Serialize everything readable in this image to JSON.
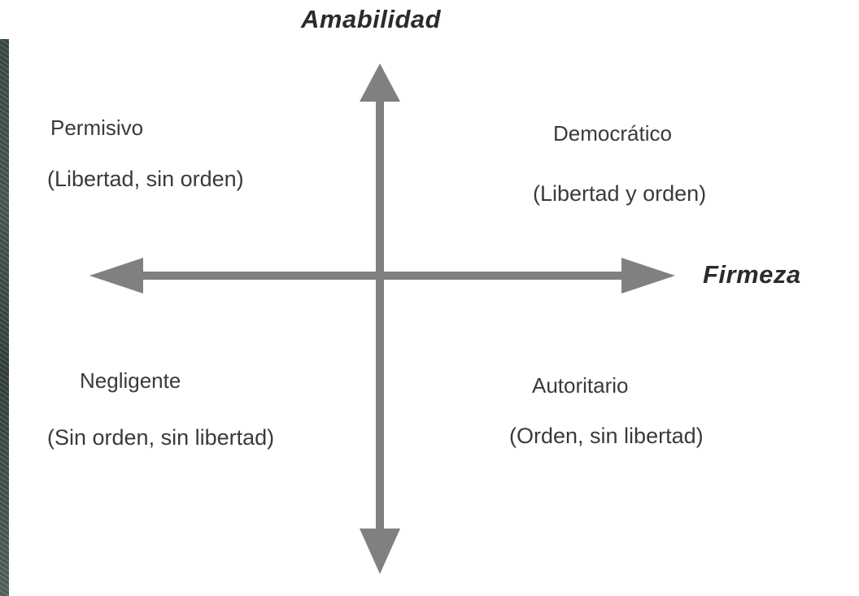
{
  "diagram": {
    "axis_vertical_label": "Amabilidad",
    "axis_horizontal_label": "Firmeza",
    "axis_color": "#808080",
    "quadrants": {
      "top_left": {
        "title": "Permisivo",
        "subtitle": "(Libertad, sin orden)"
      },
      "top_right": {
        "title": "Democrático",
        "subtitle": "(Libertad y orden)"
      },
      "bottom_left": {
        "title": "Negligente",
        "subtitle": "(Sin orden, sin libertad)"
      },
      "bottom_right": {
        "title": "Autoritario",
        "subtitle": "(Orden, sin libertad)"
      }
    }
  }
}
